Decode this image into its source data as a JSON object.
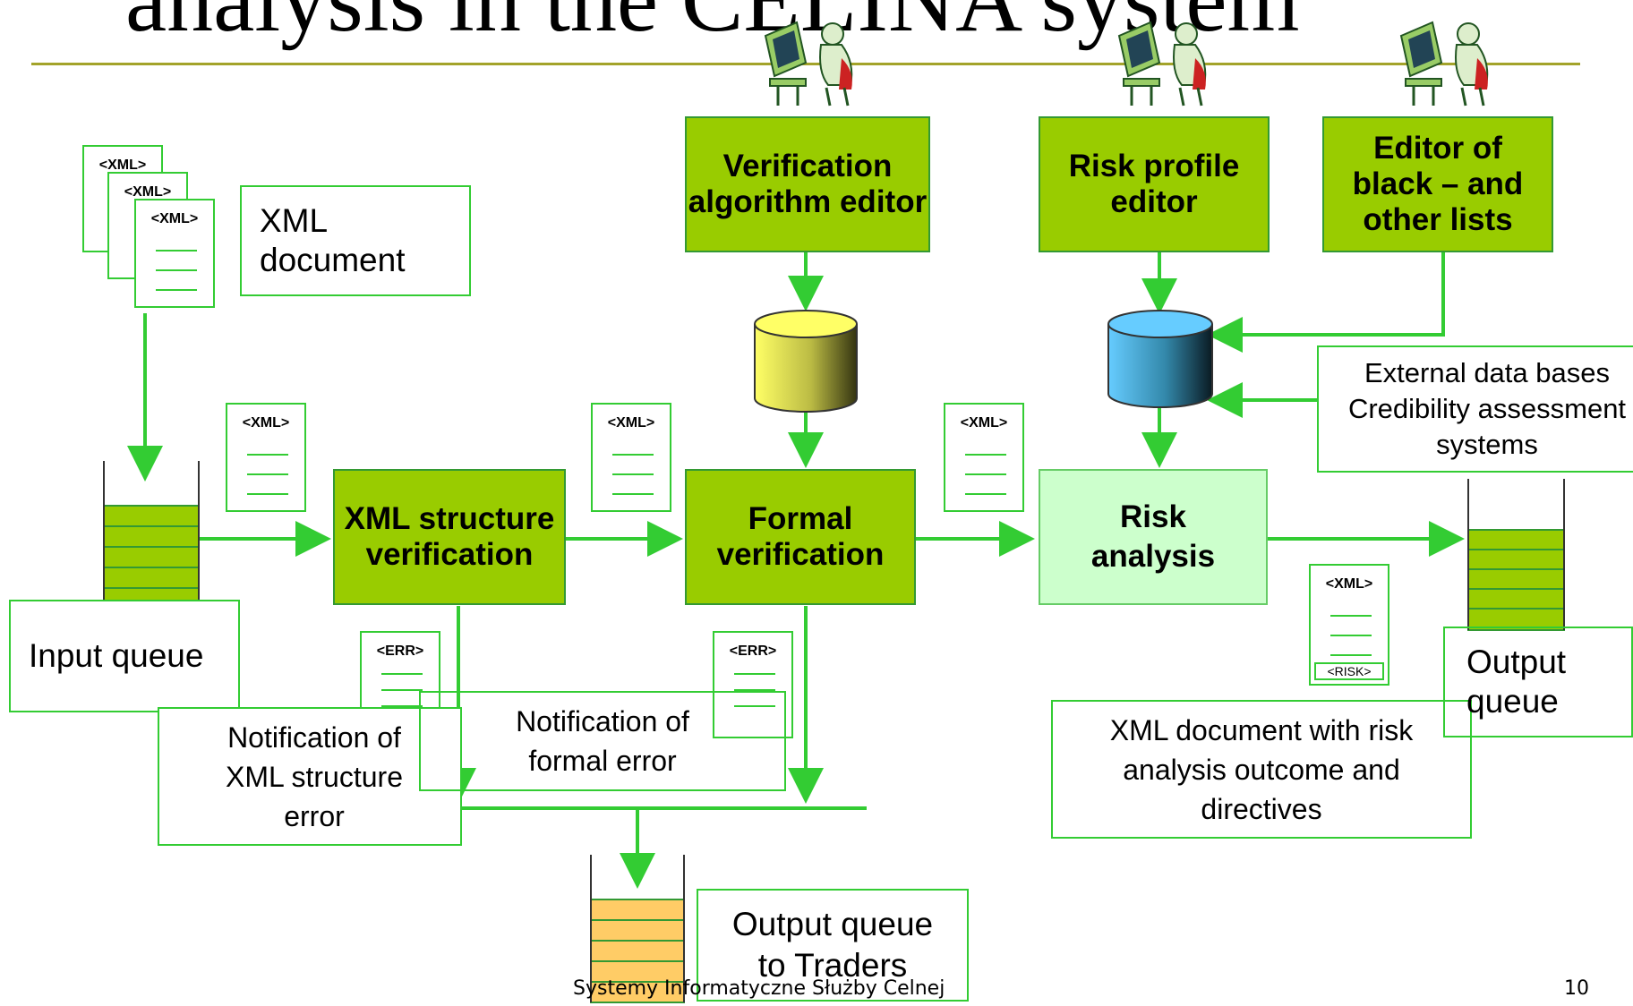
{
  "title": "analysis in the CELINA system",
  "boxes": {
    "verification_algorithm_editor": "Verification algorithm editor",
    "risk_profile_editor": "Risk profile editor",
    "editor_of_lists": "Editor of black – and other lists",
    "xml_structure_verification": "XML structure verification",
    "formal_verification": "Formal verification",
    "risk_analysis": "Risk analysis"
  },
  "labels": {
    "xml_document": "XML document",
    "input_queue": "Input queue",
    "external_data_bases": "External data bases\nCredibility assessment\nsystems",
    "output_queue": "Output queue",
    "output_queue_traders": "Output queue to Traders",
    "notification_structure_error": "Notification of XML structure error",
    "notification_formal_error": "Notification of formal error",
    "xml_with_risk": "XML document with risk analysis outcome and directives"
  },
  "doc_tags": {
    "xml": "<XML>",
    "err": "<ERR>",
    "risk": "<RISK>"
  },
  "footer": {
    "text": "Systemy Informatyczne Służby Celnej",
    "page": "10"
  },
  "colors": {
    "green_box": "#99cc00",
    "light_green_box": "#ccffcc",
    "arrow_green": "#33cc33",
    "input_queue_fill": "#99cc00",
    "traders_queue_fill": "#ffcc66",
    "db_yellow": "#ffff66",
    "db_blue": "#66ccff",
    "rule": "#a3a32a"
  },
  "icons": [
    "computer-operator-icon",
    "database-icon",
    "xml-document-icon"
  ]
}
